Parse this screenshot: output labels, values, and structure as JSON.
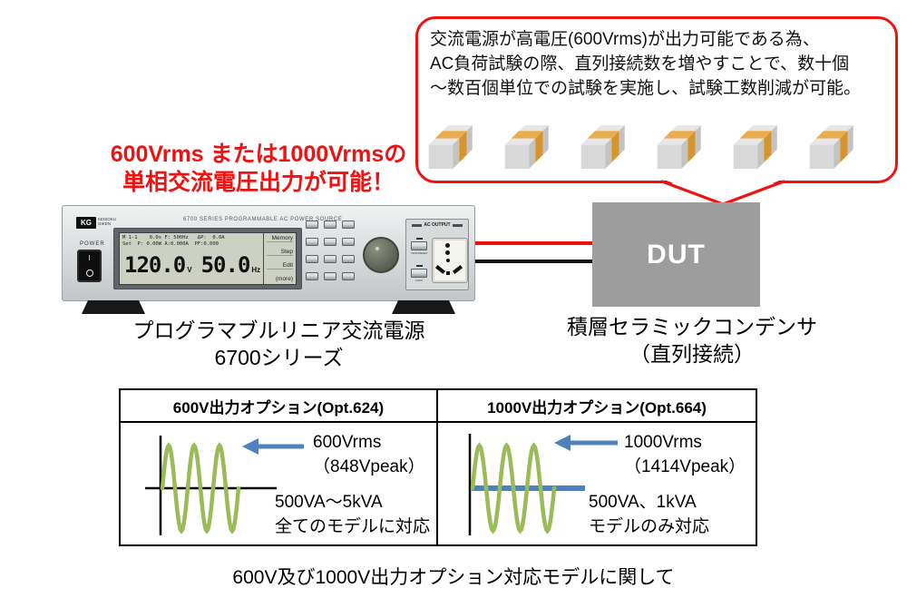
{
  "callout": {
    "lines": [
      "交流電源が高電圧(600Vrms)が出力可能である為、",
      "AC負荷試験の際、直列接続数を増やすことで、数十個",
      "～数百個単位での試験を実施し、試験工数削減が可能。"
    ],
    "capacitor_count": 6
  },
  "headline": {
    "lines": [
      "600Vrms または1000Vrmsの",
      "単相交流電圧出力が可能！"
    ]
  },
  "device": {
    "brand_abbr": "KG",
    "brand_name": "KEISOKU GIKEN",
    "banner": "6700 SERIES PROGRAMMABLE AC POWER SOURCE",
    "power_label": "POWER",
    "switch_on": "I",
    "display": {
      "status_line1": "M 1-1    0.0s F: 500Hz   ΔP:  0.0A",
      "status_line2": "Set  P: 0.00W A:0.000A  PF:0.000",
      "voltage_value": "120.0",
      "voltage_unit": "V",
      "frequency_value": "50.0",
      "frequency_unit": "Hz",
      "softkeys": [
        "Memory",
        "Step",
        "Edit",
        "(more)"
      ]
    },
    "ac_output": {
      "label": "AC OUTPUT",
      "button1": "TEST/RESET",
      "button2": "LOCK"
    },
    "caption": [
      "プログラマブルリニア交流電源",
      "6700シリーズ"
    ]
  },
  "dut": {
    "label": "DUT",
    "caption": [
      "積層セラミックコンデンサ",
      "（直列接続）"
    ]
  },
  "options_table": {
    "headers": [
      "600V出力オプション(Opt.624)",
      "1000V出力オプション(Opt.664)"
    ],
    "cells": [
      {
        "rms": "600Vrms",
        "peak": "（848Vpeak）",
        "models": [
          "500VA～5kVA",
          "全てのモデルに対応"
        ]
      },
      {
        "rms": "1000Vrms",
        "peak": "（1414Vpeak）",
        "models": [
          "500VA、1kVA",
          "モデルのみ対応"
        ]
      }
    ]
  },
  "footer": "600V及び1000V出力オプション対応モデルに関して",
  "colors": {
    "accent-red": "#ee1212",
    "wave-green": "#9bbb59",
    "arrow-blue": "#4f81bd",
    "dut-gray": "#9d9d9d",
    "wire-red": "#e8140c",
    "wire-black": "#141414",
    "cap-orange": "#e9ad4f",
    "cap-orange-dark": "#d6942f",
    "cap-gray-top": "#e6e6e6",
    "cap-gray-side": "#c3c3c3",
    "cap-gray-front": "#d8d8d8"
  }
}
